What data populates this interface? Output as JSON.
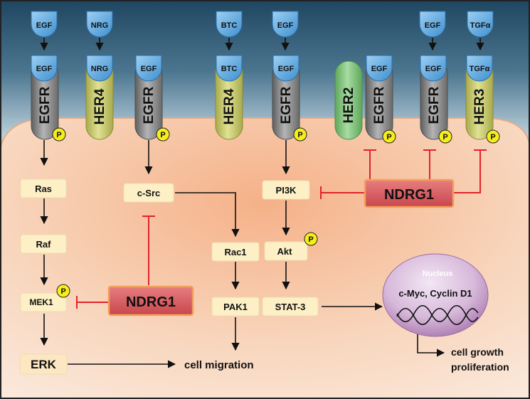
{
  "ligands": {
    "egf_1": "EGF",
    "nrg": "NRG",
    "btc": "BTC",
    "egf_2": "EGF",
    "egf_3": "EGF",
    "tgfa": "TGFα"
  },
  "bound_ligands": {
    "egf_1": "EGF",
    "nrg": "NRG",
    "egf_src": "EGF",
    "btc": "BTC",
    "egf_pi3k": "EGF",
    "egf_her2": "EGF",
    "egf_6": "EGF",
    "tgfa": "TGFα"
  },
  "receptors": {
    "egfr_1": "EGFR",
    "her4_1": "HER4",
    "egfr_2": "EGFR",
    "her4_2": "HER4",
    "egfr_3": "EGFR",
    "her2": "HER2",
    "egfr_4": "EGFR",
    "egfr_5": "EGFR",
    "her3": "HER3"
  },
  "phospho_label": "P",
  "pathway": {
    "ras": "Ras",
    "raf": "Raf",
    "mek1": "MEK1",
    "erk": "ERK",
    "csrc": "c-Src",
    "rac1": "Rac1",
    "pak1": "PAK1",
    "pi3k": "PI3K",
    "akt": "Akt",
    "stat3": "STAT-3"
  },
  "inhibitor": {
    "ndrg1_top": "NDRG1",
    "ndrg1_bottom": "NDRG1"
  },
  "nucleus": {
    "title": "Nucleus",
    "genes": "c-Myc, Cyclin D1"
  },
  "outcomes": {
    "migration": "cell migration",
    "growth": "cell growth",
    "proliferation": "proliferation"
  },
  "colors": {
    "ligand": "#5fa8e0",
    "egfr": "#8a8a8a",
    "her": "#c9cb6a",
    "her2": "#7ec27a",
    "inhibit": "#e0242a",
    "ndrg1": "#d85a5e",
    "node": "#fdf0c6",
    "phospho": "#f6ee1a",
    "nucleus": "#c29ac8"
  }
}
